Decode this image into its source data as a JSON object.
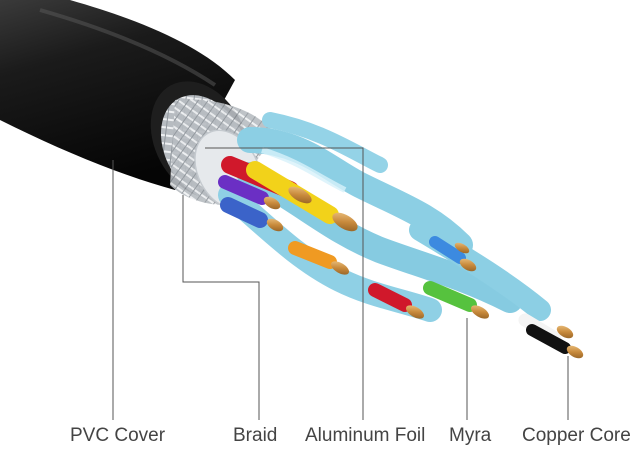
{
  "labels": {
    "pvc_cover": "PVC Cover",
    "braid": "Braid",
    "aluminum_foil": "Aluminum Foil",
    "myra": "Myra",
    "copper_core": "Copper Core"
  },
  "colors": {
    "jacket": "#151515",
    "braid": "#c9cdd1",
    "foil": "#e3e6e9",
    "pair_wrap": "#8ccfe4",
    "copper": "#c88a3c",
    "leader_line": "#555555",
    "wire_red": "#d0182b",
    "wire_yellow": "#f2d21a",
    "wire_purple": "#6b2fc4",
    "wire_blue_bundle": "#3b63c9",
    "wire_orange": "#f09a22",
    "wire_green": "#56c23e",
    "wire_black": "#111111",
    "wire_white": "#f4f4f4",
    "wire_blue": "#3c8ae0"
  }
}
